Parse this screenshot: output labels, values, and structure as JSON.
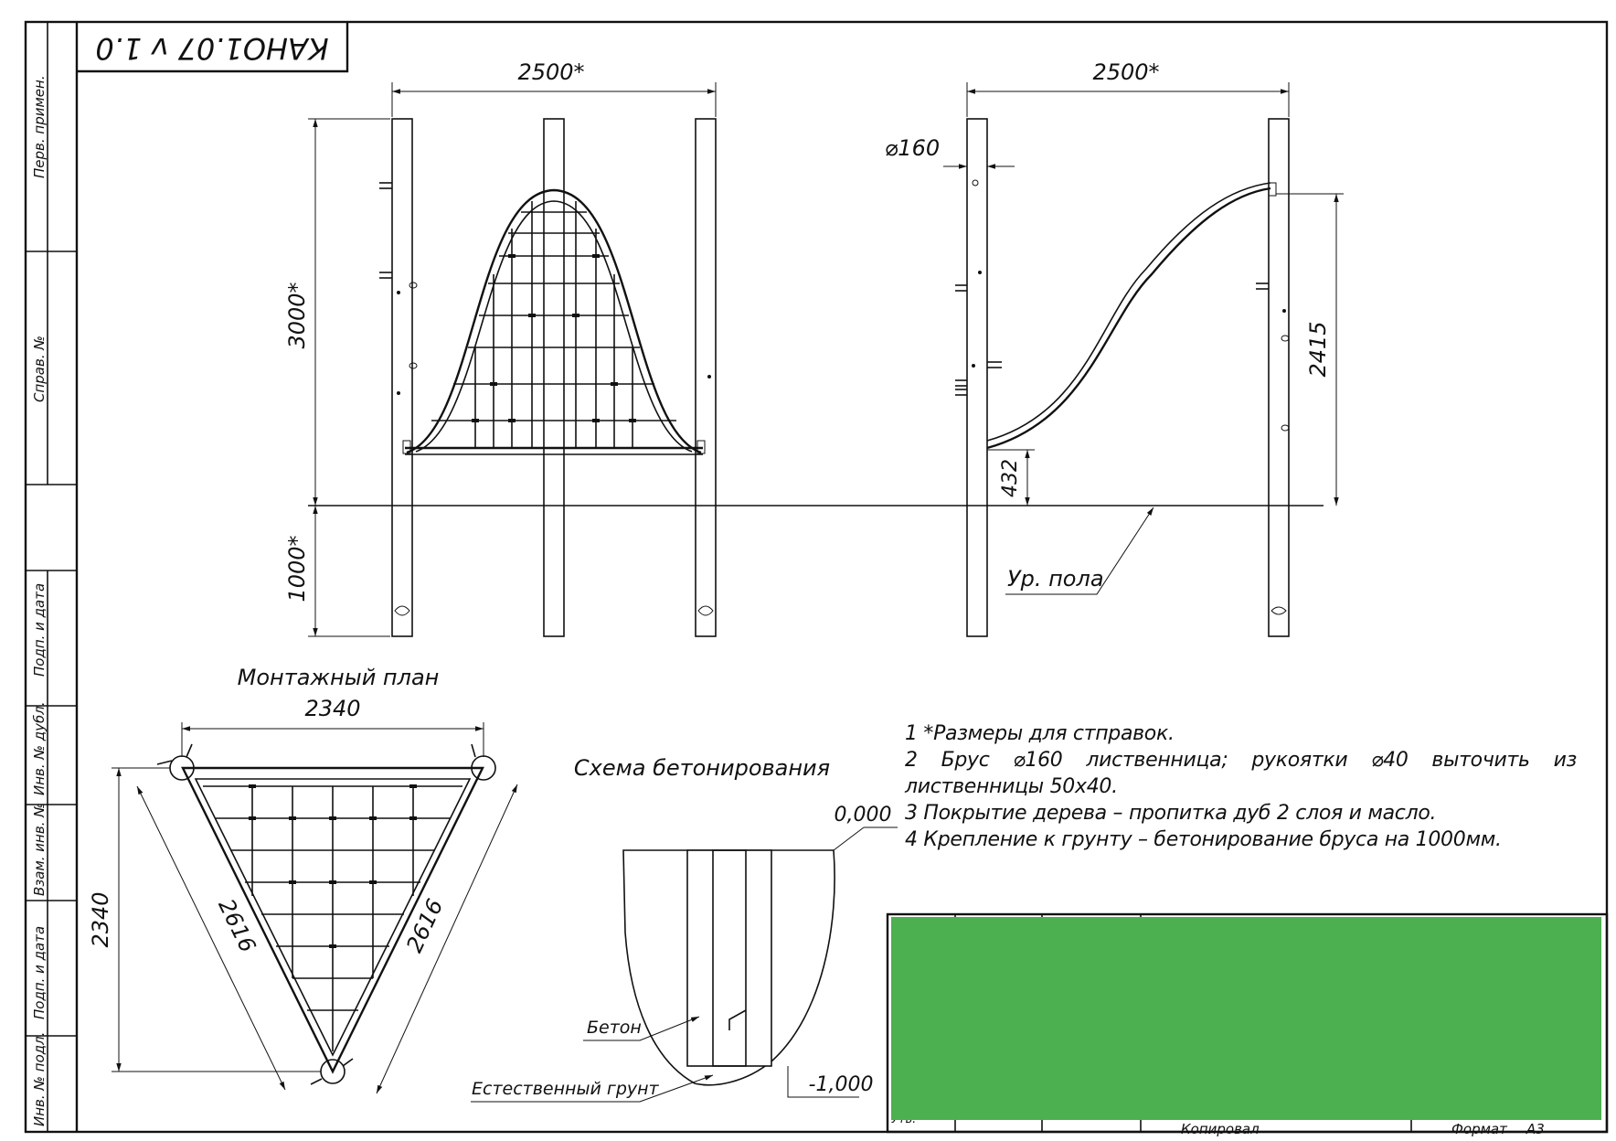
{
  "stamp": {
    "code": "КАНО1.07 v 1.0"
  },
  "side_labels": {
    "perv_primen": "Перв. примен.",
    "sprav_no": "Справ. №",
    "podp_data_1": "Подп. и дата",
    "inv_dubl": "Инв. № дубл.",
    "vzam_inv": "Взам. инв. №",
    "podp_data_2": "Подп. и дата",
    "inv_podl": "Инв. № подл."
  },
  "front_view": {
    "width_dim": "2500*",
    "height_dim": "3000*",
    "depth_dim": "1000*"
  },
  "side_view": {
    "width_dim": "2500*",
    "diameter": "⌀160",
    "height_dim": "2415",
    "offset_dim": "432",
    "floor_label": "Ур. пола"
  },
  "plan": {
    "title": "Монтажный план",
    "top_dim": "2340",
    "height_dim": "2340",
    "left_side": "2616",
    "right_side": "2616"
  },
  "concrete": {
    "title": "Схема бетонирования",
    "level_top": "0,000",
    "level_bottom": "-1,000",
    "beton": "Бетон",
    "ground": "Естественный грунт"
  },
  "notes": {
    "n1": "1  *Размеры для стправок.",
    "n2_line1": "2  Брус  ⌀160  лиственница;  рукоятки  ⌀40  выточить  из",
    "n2_line2": "лиственницы 50х40.",
    "n3": "3  Покрытие дерева – пропитка дуб 2 слоя и масло.",
    "n4": "4  Крепление к грунту – бетонирование бруса на 1000мм."
  },
  "title_block": {
    "copied": "Копировал",
    "format_label": "Формат",
    "format_value": "А3",
    "partial": "Утв."
  },
  "colors": {
    "cover_block": "#4caf50",
    "ink": "#111111"
  }
}
